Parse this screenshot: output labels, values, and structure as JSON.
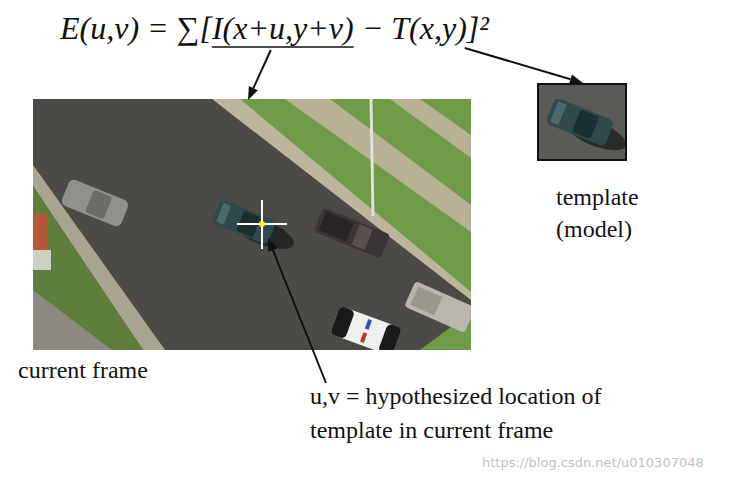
{
  "diagram": {
    "labels": [
      "E(u,v) = ∑[I(x+u,y+v) − T(x,y)]²",
      "template (model)",
      "current frame",
      "u,v = hypothesized location of template in current frame",
      "https://blog.csdn.net/u010307048"
    ]
  }
}
